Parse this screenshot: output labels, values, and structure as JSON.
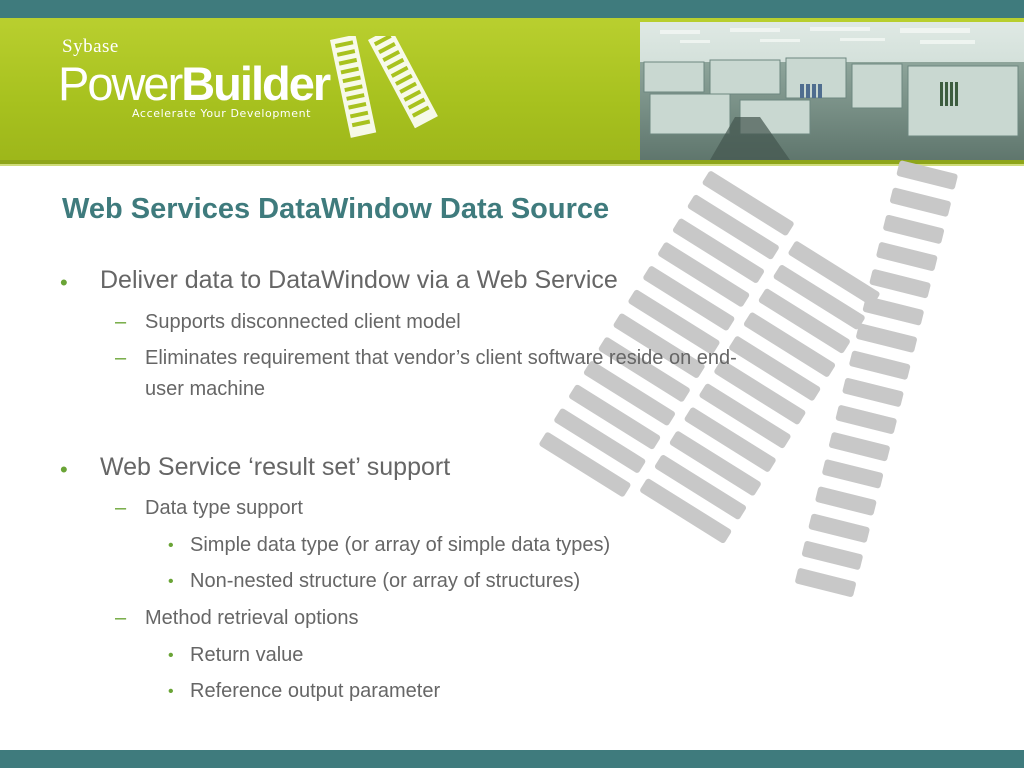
{
  "brand": {
    "company": "Sybase",
    "product_light": "Power",
    "product_bold": "Builder",
    "tagline": "Accelerate Your Development"
  },
  "slide": {
    "title": "Web Services DataWindow Data Source",
    "bullets": [
      {
        "text": "Deliver data to DataWindow via a Web Service",
        "subs": [
          {
            "text": "Supports disconnected client model"
          },
          {
            "line1": "Eliminates requirement that vendor’s client software reside on end-",
            "line2": "user machine"
          }
        ]
      },
      {
        "text": "Web Service ‘result set’ support",
        "subs": [
          {
            "text": "Data type support",
            "subs": [
              "Simple data type (or array of simple data types)",
              "Non-nested structure (or array of structures)"
            ]
          },
          {
            "text": "Method retrieval options",
            "subs": [
              "Return value",
              "Reference output parameter"
            ]
          }
        ]
      }
    ]
  },
  "colors": {
    "teal": "#3f7b7d",
    "lime": "#a8c21f",
    "bullet": "#6aa436",
    "text": "#666666"
  }
}
